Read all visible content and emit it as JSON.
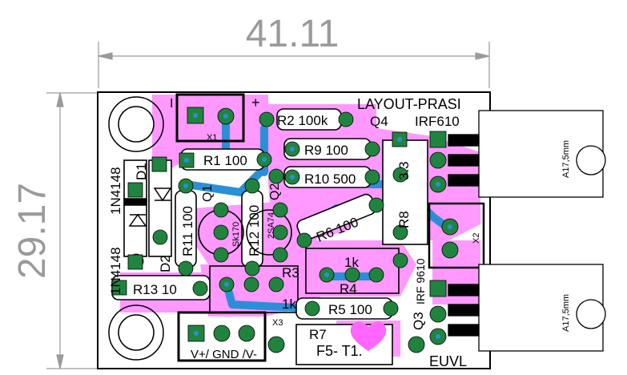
{
  "dimensions": {
    "width": "41.11",
    "height": "29.17"
  },
  "board": {
    "title": "LAYOUT-PRASI",
    "footer": "EUVL",
    "part_values": {
      "r1": "R1 100",
      "r2": "R2 100k",
      "r3": "R3",
      "r4": "R4",
      "r4_value": "1k",
      "r5": "R5 100",
      "r6": "R6 100",
      "r7": "R7",
      "r8": "R8",
      "r8_value": "3.3",
      "r9": "R9  100",
      "r10": "R10 500",
      "r11": "R11 100",
      "r12": "R12 100",
      "r13": "R13  10",
      "r3_value": "1k",
      "q1": "Q1",
      "q2": "Q2",
      "q2_type": "2SA74",
      "q1_type": "Sk170",
      "q3": "Q3",
      "q3_type": "IRF 9610",
      "q4": "Q4",
      "q4_type": "IRF610",
      "d1": "D1",
      "d1_type": "1N4148",
      "d2": "D2",
      "d2_type": "1N4148",
      "x1": "X1",
      "x2": "X2",
      "x3": "X3",
      "power_label": "V+/ GND /V-",
      "fuse": "F5- T1.",
      "heatsink_1": "A17,5mm",
      "heatsink_2": "A17,5mm",
      "plus": "+",
      "minus": "I"
    }
  },
  "colors": {
    "copper": "#2a8fd6",
    "pad": "#21843e",
    "silk": "#ff99ff",
    "outline": "#000000",
    "dimension": "#9a9a9a"
  }
}
